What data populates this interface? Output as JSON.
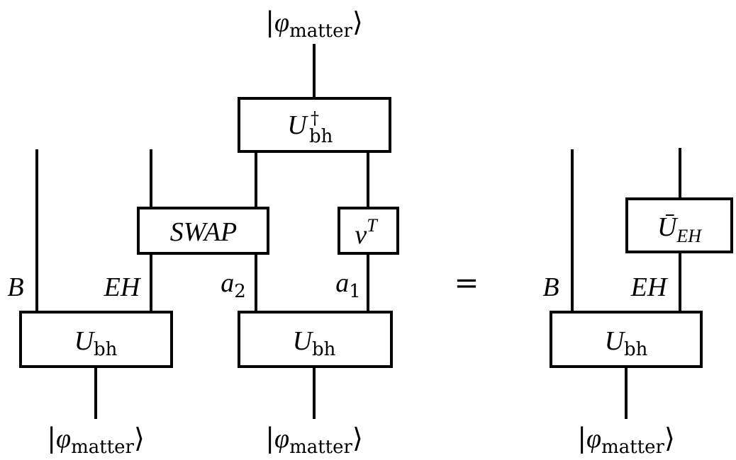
{
  "ket": {
    "open": "|",
    "symbol": "φ",
    "subscript": "matter",
    "close": "⟩"
  },
  "gates": {
    "u_bh": {
      "base": "U",
      "sub": "bh"
    },
    "u_bh_dagger": {
      "base": "U",
      "sup": "†",
      "sub": "bh"
    },
    "swap": {
      "label": "SWAP"
    },
    "v_transpose": {
      "base": "v",
      "sup": "T"
    },
    "u_bar_eh": {
      "base": "Ū",
      "sub": "EH"
    }
  },
  "wire_labels": {
    "b": "B",
    "eh": "EH",
    "a2": {
      "base": "a",
      "sub": "2"
    },
    "a1": {
      "base": "a",
      "sub": "1"
    }
  },
  "equals": "="
}
